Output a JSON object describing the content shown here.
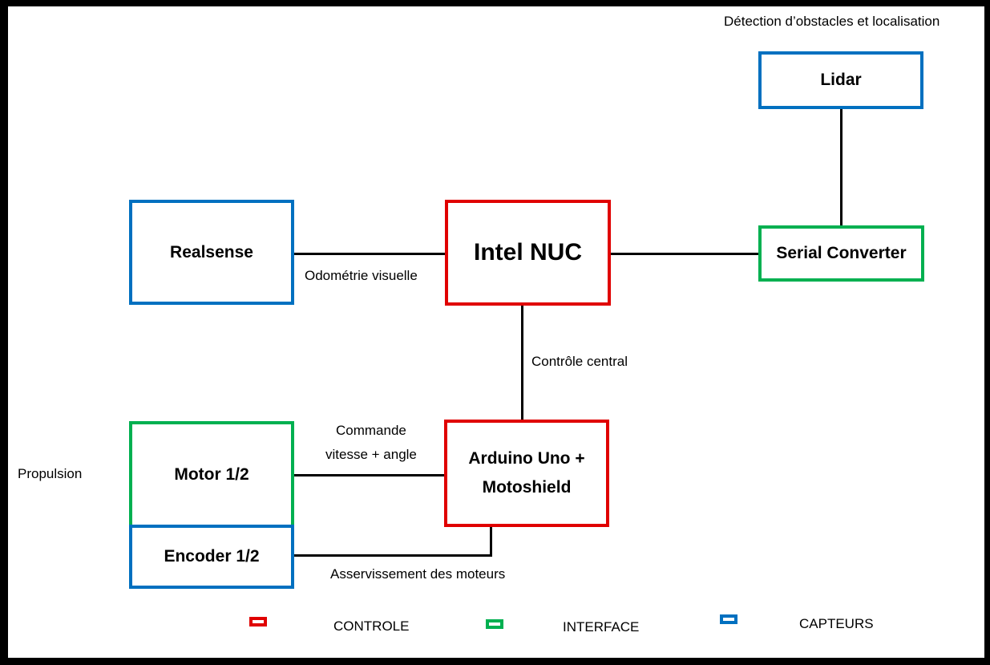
{
  "nodes": {
    "lidar": "Lidar",
    "realsense": "Realsense",
    "intel_nuc": "Intel NUC",
    "serial_converter": "Serial Converter",
    "motor": "Motor 1/2",
    "encoder": "Encoder 1/2",
    "arduino_line1": "Arduino Uno +",
    "arduino_line2": "Motoshield"
  },
  "labels": {
    "detection": "Détection d’obstacles et localisation",
    "odometrie": "Odométrie visuelle",
    "controle_central": "Contrôle central",
    "commande_line1": "Commande",
    "commande_line2": "vitesse + angle",
    "asservissement": "Asservissement des moteurs",
    "propulsion": "Propulsion"
  },
  "legend": {
    "controle": "CONTROLE",
    "interface": "INTERFACE",
    "capteurs": "CAPTEURS"
  },
  "colors": {
    "controle": "#e00000",
    "interface": "#00b050",
    "capteurs": "#0070c0"
  }
}
